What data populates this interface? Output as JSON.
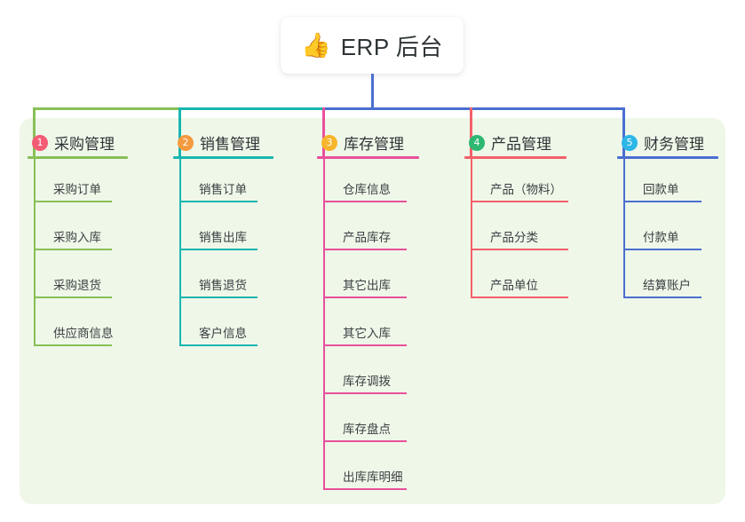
{
  "diagram": {
    "type": "mindmap",
    "root": {
      "icon": "thumbs-up-icon",
      "emoji": "👍",
      "label": "ERP 后台"
    },
    "panel_color": "#eff7e9",
    "branches": [
      {
        "index": "1",
        "title": "采购管理",
        "badge_color": "#f45b74",
        "line_color": "#88c057",
        "items": [
          "采购订单",
          "采购入库",
          "采购退货",
          "供应商信息"
        ]
      },
      {
        "index": "2",
        "title": "销售管理",
        "badge_color": "#f59a3e",
        "line_color": "#19b5b0",
        "items": [
          "销售订单",
          "销售出库",
          "销售退货",
          "客户信息"
        ]
      },
      {
        "index": "3",
        "title": "库存管理",
        "badge_color": "#f7b52c",
        "line_color": "#e8509b",
        "items": [
          "仓库信息",
          "产品库存",
          "其它出库",
          "其它入库",
          "库存调拨",
          "库存盘点",
          "出库库明细"
        ]
      },
      {
        "index": "4",
        "title": "产品管理",
        "badge_color": "#2eb872",
        "line_color": "#f2606a",
        "items": [
          "产品（物料）",
          "产品分类",
          "产品单位"
        ]
      },
      {
        "index": "5",
        "title": "财务管理",
        "badge_color": "#2cb6e8",
        "line_color": "#4a6fd0",
        "items": [
          "回款单",
          "付款单",
          "结算账户"
        ]
      }
    ],
    "bus": {
      "segments": [
        {
          "color": "#88c057"
        },
        {
          "color": "#19b5b0"
        },
        {
          "color": "#4a6fd0"
        },
        {
          "color": "#4a6fd0"
        }
      ],
      "root_stem_color": "#4a6fd0"
    }
  }
}
